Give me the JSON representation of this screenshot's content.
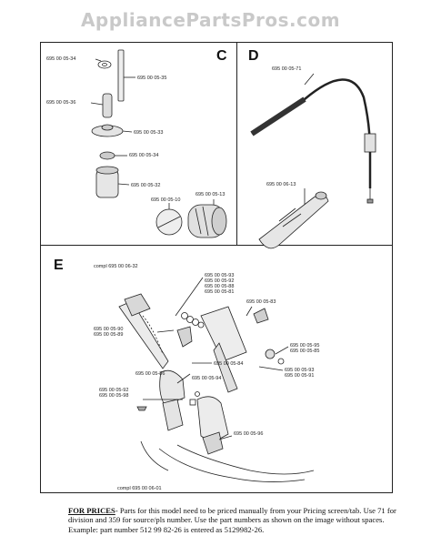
{
  "site": {
    "watermark": "AppliancePartsPros.com"
  },
  "sections": {
    "C": {
      "letter": "C",
      "parts": [
        "695 00 05-34",
        "695 00 05-35",
        "695 00 05-36",
        "695 00 05-33",
        "695 00 05-34",
        "695 00 05-32",
        "695 00 05-10",
        "695 00 05-13"
      ]
    },
    "D": {
      "letter": "D",
      "parts": [
        "695 00 05-71",
        "695 00 06-13"
      ]
    },
    "E": {
      "letter": "E",
      "kit_top": "compl 695 00 06-32",
      "kit_bottom": "compl 695 00 06-01",
      "parts": [
        "695 00 05-93",
        "695 00 05-92",
        "695 00 05-88",
        "695 00 05-81",
        "695 00 05-83",
        "695 00 05-90",
        "695 00 05-95",
        "695 00 05-85",
        "695 00 05-89",
        "695 00 05-93",
        "695 00 05-91",
        "695 00 05-84",
        "695 00 05-86",
        "695 00 05-92",
        "695 00 05-98",
        "695 00 05-94",
        "695 00 05-96"
      ]
    }
  },
  "footer": {
    "lead": "FOR PRICES",
    "text": "- Parts for this model need to be priced manually from your Pricing screen/tab. Use 71 for division and 359 for source/pls number.  Use the part numbers as shown on the image without spaces. Example: part number 512 99 82-26 is entered as 5129982-26."
  }
}
